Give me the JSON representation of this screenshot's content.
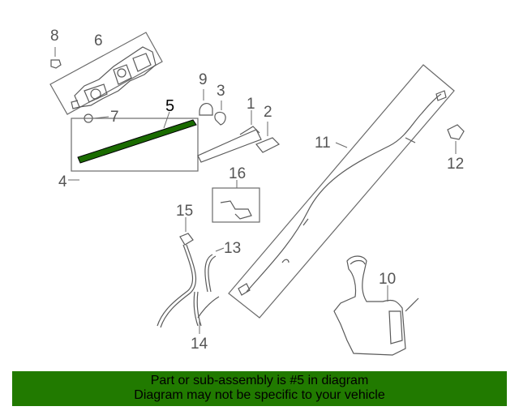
{
  "callouts": {
    "c1": "1",
    "c2": "2",
    "c3": "3",
    "c4": "4",
    "c5": "5",
    "c6": "6",
    "c7": "7",
    "c8": "8",
    "c9": "9",
    "c10": "10",
    "c11": "11",
    "c12": "12",
    "c13": "13",
    "c14": "14",
    "c15": "15",
    "c16": "16"
  },
  "highlight": {
    "part_number": "5",
    "color": "#217a00"
  },
  "banner": {
    "line1": "Part or sub-assembly is #5 in diagram",
    "line2": "Diagram may not be specific to your vehicle",
    "background": "#217a00"
  }
}
